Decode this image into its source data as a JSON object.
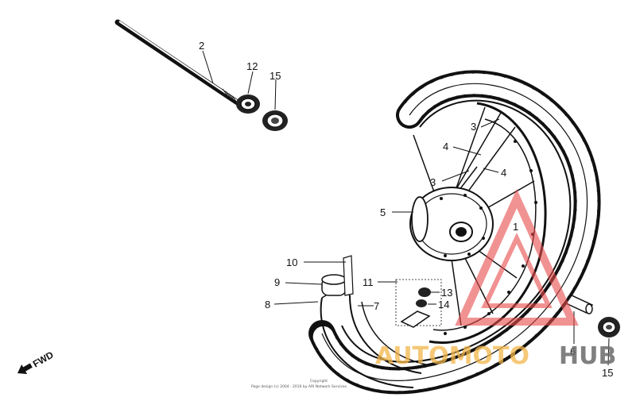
{
  "callouts": {
    "c2": "2",
    "c12": "12",
    "c15a": "15",
    "c3a": "3",
    "c4a": "4",
    "c3b": "3",
    "c4b": "4",
    "c5": "5",
    "c1": "1",
    "c10": "10",
    "c9": "9",
    "c8": "8",
    "c7": "7",
    "c11": "11",
    "c13": "13",
    "c14": "14",
    "c6": "6",
    "c15b": "15"
  },
  "direction_label": "FWD",
  "copyright": {
    "line1": "Copyright",
    "line2": "Page design (c) 2004 - 2016 by ARI Network Services"
  },
  "watermark": {
    "part1": "AUTOMOTO",
    "part2": "HUB",
    "color_primary": "#f2b64a",
    "color_secondary": "#6b6b6b",
    "logo_color": "#e94b4b"
  }
}
